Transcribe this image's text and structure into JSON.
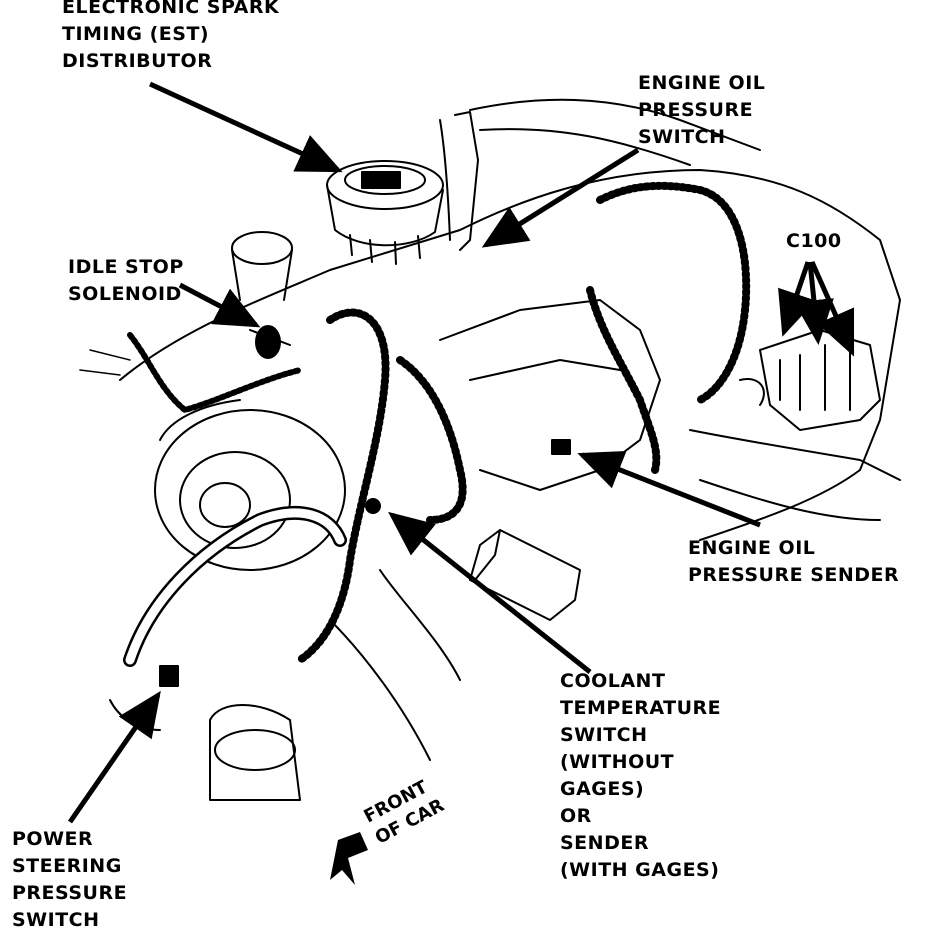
{
  "labels": {
    "est_distributor": [
      "ELECTRONIC SPARK",
      "TIMING (EST)",
      "DISTRIBUTOR"
    ],
    "oil_pressure_switch": [
      "ENGINE OIL",
      "PRESSURE",
      "SWITCH"
    ],
    "idle_stop_solenoid": [
      "IDLE STOP",
      "SOLENOID"
    ],
    "c100": "C100",
    "oil_pressure_sender": [
      "ENGINE OIL",
      "PRESSURE SENDER"
    ],
    "coolant_switch": [
      "COOLANT",
      "TEMPERATURE",
      "SWITCH",
      "(WITHOUT",
      "GAGES)",
      "OR",
      "SENDER",
      "(WITH GAGES)"
    ],
    "ps_pressure_switch": [
      "POWER",
      "STEERING",
      "PRESSURE",
      "SWITCH"
    ],
    "front_of_car": [
      "FRONT",
      "OF CAR"
    ]
  }
}
